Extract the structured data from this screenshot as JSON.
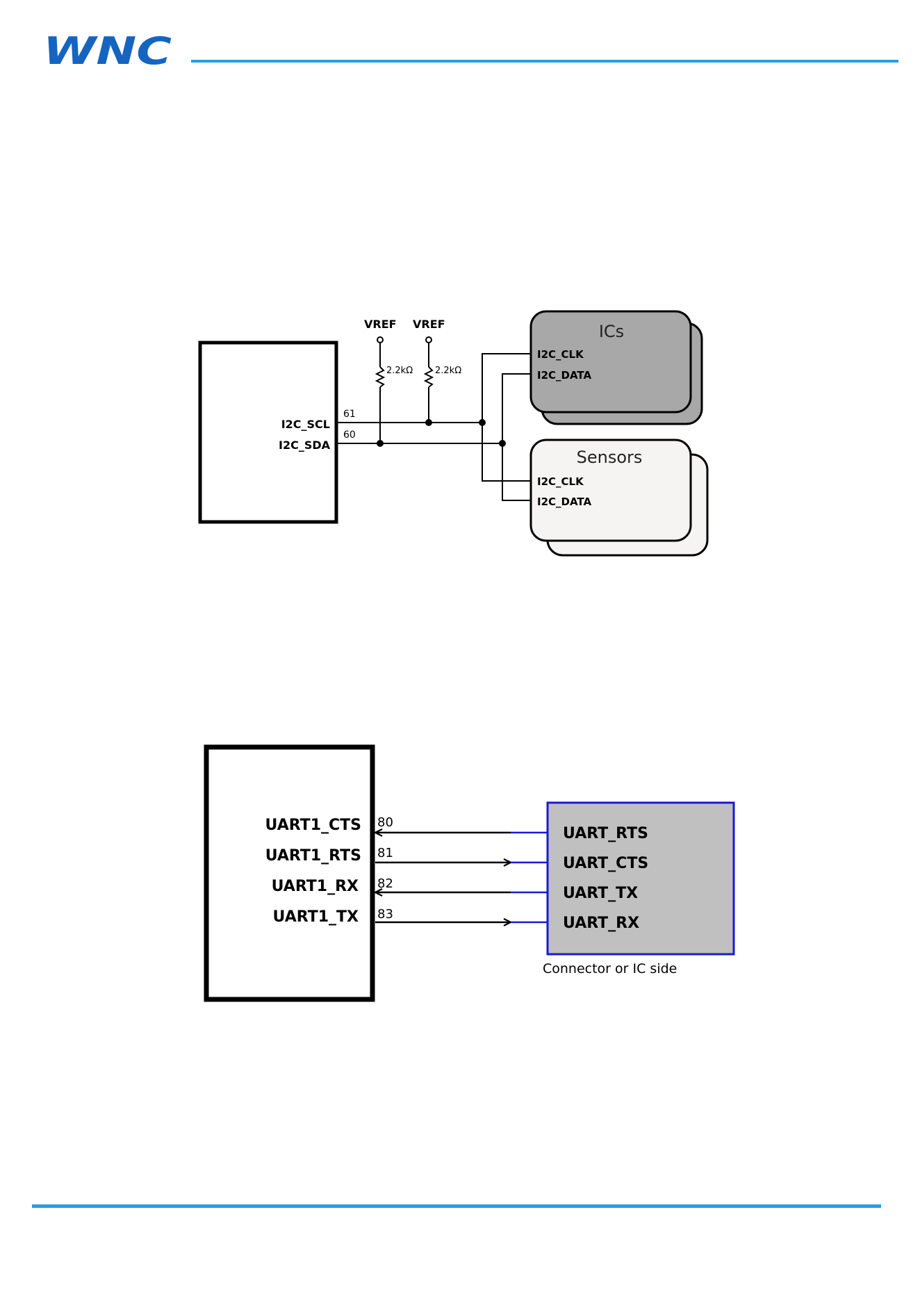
{
  "header": {
    "logo_text": "WNC",
    "accent_color": "#2b9be3",
    "logo_color": "#1565c0"
  },
  "i2c": {
    "vref_labels": [
      "VREF",
      "VREF"
    ],
    "resistor_labels": [
      "2.2kΩ",
      "2.2kΩ"
    ],
    "module_pins": [
      {
        "name": "I2C_SCL",
        "number": "61"
      },
      {
        "name": "I2C_SDA",
        "number": "60"
      }
    ],
    "ics": {
      "title": "ICs",
      "pins": [
        "I2C_CLK",
        "I2C_DATA"
      ],
      "fill": "#a8a8a8"
    },
    "sensors": {
      "title": "Sensors",
      "pins": [
        "I2C_CLK",
        "I2C_DATA"
      ],
      "fill": "#f6f4f2"
    }
  },
  "uart": {
    "module_pins": [
      {
        "name": "UART1_CTS",
        "number": "80"
      },
      {
        "name": "UART1_RTS",
        "number": "81"
      },
      {
        "name": "UART1_RX",
        "number": "82"
      },
      {
        "name": "UART1_TX",
        "number": "83"
      }
    ],
    "ic_pins": [
      "UART_RTS",
      "UART_CTS",
      "UART_TX",
      "UART_RX"
    ],
    "ic_caption": "Connector or IC side",
    "ic_fill": "#c0c0c0",
    "ic_border": "#1a1ad0"
  }
}
